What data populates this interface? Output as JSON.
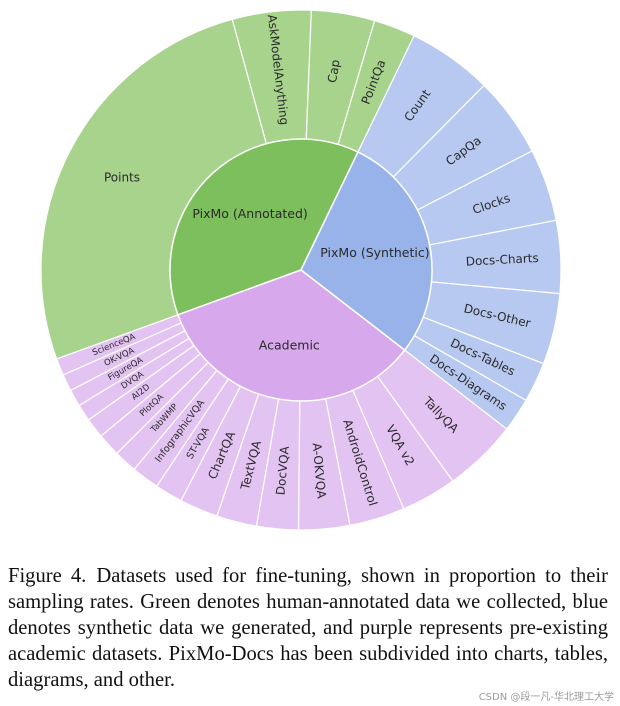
{
  "chart_data": {
    "type": "sunburst",
    "colors": {
      "annotated_inner": "#7dbf5c",
      "annotated_outer": "#a8d38d",
      "synthetic_inner": "#97b3ea",
      "synthetic_outer": "#b7c9f0",
      "academic_inner": "#d8a8ec",
      "academic_outer": "#e3c3f1",
      "border": "#ffffff"
    },
    "groups": [
      {
        "name": "PixMo (Annotated)",
        "color_key": "annotated",
        "children": [
          {
            "name": "Points",
            "value": 27.4
          },
          {
            "name": "AskModelAnything",
            "value": 5.1
          },
          {
            "name": "Cap",
            "value": 4.1
          },
          {
            "name": "PointQa",
            "value": 2.7
          }
        ]
      },
      {
        "name": "PixMo (Synthetic)",
        "color_key": "synthetic",
        "children": [
          {
            "name": "Count",
            "value": 5.5
          },
          {
            "name": "CapQa",
            "value": 5.2
          },
          {
            "name": "Clocks",
            "value": 4.7
          },
          {
            "name": "Docs-Charts",
            "value": 4.7
          },
          {
            "name": "Docs-Other",
            "value": 4.6
          },
          {
            "name": "Docs-Tables",
            "value": 2.6
          },
          {
            "name": "Docs-Diagrams",
            "value": 2.2
          }
        ]
      },
      {
        "name": "Academic",
        "color_key": "academic",
        "children": [
          {
            "name": "TallyQA",
            "value": 4.8
          },
          {
            "name": "VQA v2",
            "value": 3.6
          },
          {
            "name": "AndroidControl",
            "value": 3.6
          },
          {
            "name": "A-OKVQA",
            "value": 3.3
          },
          {
            "name": "DocVQA",
            "value": 2.7
          },
          {
            "name": "TextVQA",
            "value": 2.6
          },
          {
            "name": "ChartQA",
            "value": 2.5
          },
          {
            "name": "ST-VQA",
            "value": 1.8
          },
          {
            "name": "InfographicVQA",
            "value": 1.8
          },
          {
            "name": "TabWMP",
            "value": 1.5
          },
          {
            "name": "PlotQA",
            "value": 1.5
          },
          {
            "name": "AI2D",
            "value": 1.3
          },
          {
            "name": "DVQA",
            "value": 1.1
          },
          {
            "name": "FigureQA",
            "value": 1.1
          },
          {
            "name": "OK-VQA",
            "value": 1.1
          },
          {
            "name": "ScienceQA",
            "value": 1.1
          }
        ]
      }
    ]
  },
  "caption": {
    "figure_number": "Figure 4.",
    "text": "Datasets used for fine-tuning, shown in proportion to their sampling rates. Green denotes human-annotated data we collected, blue denotes synthetic data we generated, and purple represents pre-existing academic datasets. PixMo-Docs has been subdivided into charts, tables, diagrams, and other."
  },
  "watermark": "CSDN @段一凡-华北理工大学"
}
